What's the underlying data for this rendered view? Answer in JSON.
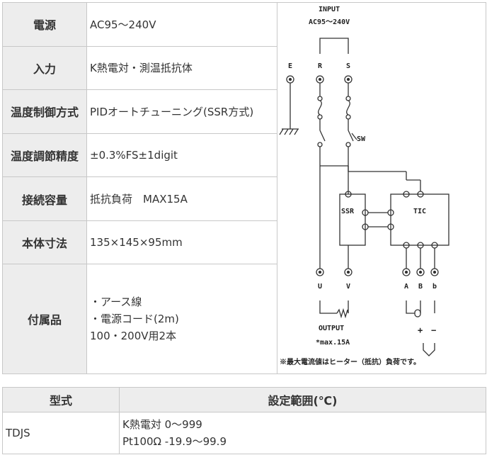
{
  "spec": {
    "rows": [
      {
        "label": "電源",
        "value": "AC95〜240V"
      },
      {
        "label": "入力",
        "value": "K熱電対・測温抵抗体"
      },
      {
        "label": "温度制御方式",
        "value": "PIDオートチューニング(SSR方式)"
      },
      {
        "label": "温度調節精度",
        "value": "±0.3%FS±1digit"
      },
      {
        "label": "接続容量",
        "value": "抵抗負荷　MAX15A"
      },
      {
        "label": "本体寸法",
        "value": "135×145×95mm"
      },
      {
        "label": "付属品",
        "lines": [
          "・アース線",
          "・電源コード(2m)",
          "100・200V用2本"
        ]
      }
    ]
  },
  "diagram": {
    "input_label": "INPUT",
    "voltage_label": "AC95〜240V",
    "terminal_e": "E",
    "terminal_r": "R",
    "terminal_s": "S",
    "sw_label": "SW",
    "ssr_label": "SSR",
    "tic_label": "TIC",
    "terminal_u": "U",
    "terminal_v": "V",
    "terminal_a": "A",
    "terminal_b1": "B",
    "terminal_b2": "b",
    "output_label": "OUTPUT",
    "max_label": "*max.15A",
    "plus": "+",
    "minus": "−",
    "note": "※最大電流値はヒーター（抵抗）負荷です。"
  },
  "model": {
    "header_type": "型式",
    "header_range": "設定範囲(℃)",
    "type": "TDJS",
    "ranges": [
      "K熱電対 0〜999",
      "Pt100Ω -19.9〜99.9"
    ]
  }
}
